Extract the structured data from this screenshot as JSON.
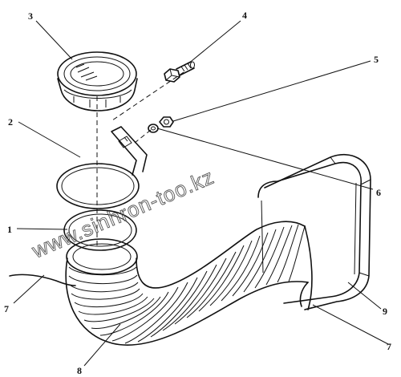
{
  "callouts": {
    "c1": "1",
    "c2": "2",
    "c3": "3",
    "c4": "4",
    "c5": "5",
    "c6": "6",
    "c7a": "7",
    "c7b": "7",
    "c8": "8",
    "c9": "9"
  },
  "watermark": "www.sinhron-too.kz",
  "colors": {
    "ink": "#111111",
    "watermark": "#555555",
    "background": "#ffffff"
  }
}
